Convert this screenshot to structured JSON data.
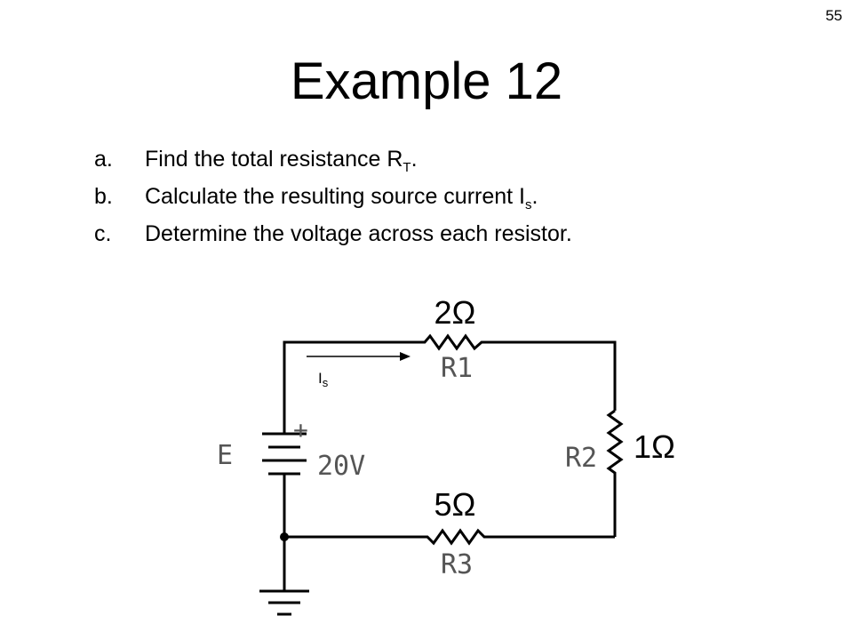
{
  "page_number": "55",
  "title": "Example 12",
  "questions": [
    {
      "letter": "a.",
      "text": "Find the total resistance R",
      "sub": "T",
      "end": "."
    },
    {
      "letter": "b.",
      "text": "Calculate the resulting source current I",
      "sub": "s",
      "end": "."
    },
    {
      "letter": "c.",
      "text": "Determine the voltage across each resistor.",
      "sub": "",
      "end": ""
    }
  ],
  "circuit": {
    "r1": {
      "value": "2Ω",
      "name": "R1"
    },
    "r2": {
      "value": "1Ω",
      "name": "R2"
    },
    "r3": {
      "value": "5Ω",
      "name": "R3"
    },
    "source": {
      "name": "E",
      "voltage": "20V",
      "polarity": "+"
    },
    "current": {
      "label": "I",
      "sub": "s"
    }
  }
}
